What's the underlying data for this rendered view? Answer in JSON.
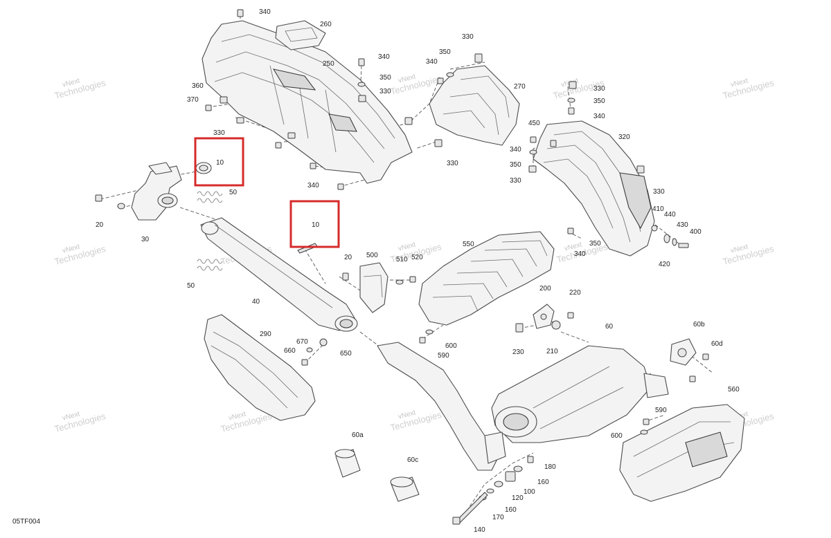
{
  "diagram": {
    "code": "05TF004",
    "watermark": {
      "line1": "vNext",
      "line2": "Technologies"
    },
    "callouts": [
      {
        "id": "c340a",
        "label": "340"
      },
      {
        "id": "c260",
        "label": "260"
      },
      {
        "id": "c250",
        "label": "250"
      },
      {
        "id": "c340b",
        "label": "340"
      },
      {
        "id": "c350a",
        "label": "350"
      },
      {
        "id": "c330a",
        "label": "330"
      },
      {
        "id": "c330b",
        "label": "330"
      },
      {
        "id": "c350b",
        "label": "350"
      },
      {
        "id": "c340c",
        "label": "340"
      },
      {
        "id": "c270",
        "label": "270"
      },
      {
        "id": "c330c",
        "label": "330"
      },
      {
        "id": "c350c",
        "label": "350"
      },
      {
        "id": "c340d",
        "label": "340"
      },
      {
        "id": "c360",
        "label": "360"
      },
      {
        "id": "c370",
        "label": "370"
      },
      {
        "id": "c330d",
        "label": "330"
      },
      {
        "id": "c10a",
        "label": "10"
      },
      {
        "id": "c330e",
        "label": "330"
      },
      {
        "id": "c340e",
        "label": "340"
      },
      {
        "id": "c450",
        "label": "450"
      },
      {
        "id": "c320",
        "label": "320"
      },
      {
        "id": "c340f",
        "label": "340"
      },
      {
        "id": "c350d",
        "label": "350"
      },
      {
        "id": "c330f",
        "label": "330"
      },
      {
        "id": "c330g",
        "label": "330"
      },
      {
        "id": "c50a",
        "label": "50"
      },
      {
        "id": "c20a",
        "label": "20"
      },
      {
        "id": "c30",
        "label": "30"
      },
      {
        "id": "c10b",
        "label": "10"
      },
      {
        "id": "c410",
        "label": "410"
      },
      {
        "id": "c440",
        "label": "440"
      },
      {
        "id": "c430",
        "label": "430"
      },
      {
        "id": "c400",
        "label": "400"
      },
      {
        "id": "c350e",
        "label": "350"
      },
      {
        "id": "c340g",
        "label": "340"
      },
      {
        "id": "c420",
        "label": "420"
      },
      {
        "id": "c550",
        "label": "550"
      },
      {
        "id": "c500",
        "label": "500"
      },
      {
        "id": "c510",
        "label": "510"
      },
      {
        "id": "c520",
        "label": "520"
      },
      {
        "id": "c20b",
        "label": "20"
      },
      {
        "id": "c50b",
        "label": "50"
      },
      {
        "id": "c40",
        "label": "40"
      },
      {
        "id": "c200",
        "label": "200"
      },
      {
        "id": "c220",
        "label": "220"
      },
      {
        "id": "c60",
        "label": "60"
      },
      {
        "id": "c600a",
        "label": "600"
      },
      {
        "id": "c590a",
        "label": "590"
      },
      {
        "id": "c230",
        "label": "230"
      },
      {
        "id": "c210",
        "label": "210"
      },
      {
        "id": "c290",
        "label": "290"
      },
      {
        "id": "c670",
        "label": "670"
      },
      {
        "id": "c660",
        "label": "660"
      },
      {
        "id": "c650",
        "label": "650"
      },
      {
        "id": "c60b",
        "label": "60b"
      },
      {
        "id": "c60d",
        "label": "60d"
      },
      {
        "id": "c560",
        "label": "560"
      },
      {
        "id": "c590b",
        "label": "590"
      },
      {
        "id": "c600b",
        "label": "600"
      },
      {
        "id": "c60a",
        "label": "60a"
      },
      {
        "id": "c60c",
        "label": "60c"
      },
      {
        "id": "c180",
        "label": "180"
      },
      {
        "id": "c160a",
        "label": "160"
      },
      {
        "id": "c100",
        "label": "100"
      },
      {
        "id": "c120",
        "label": "120"
      },
      {
        "id": "c160b",
        "label": "160"
      },
      {
        "id": "c170",
        "label": "170"
      },
      {
        "id": "c140",
        "label": "140"
      }
    ],
    "highlights": [
      {
        "id": "h1",
        "part": "10"
      },
      {
        "id": "h2",
        "part": "10"
      }
    ]
  }
}
